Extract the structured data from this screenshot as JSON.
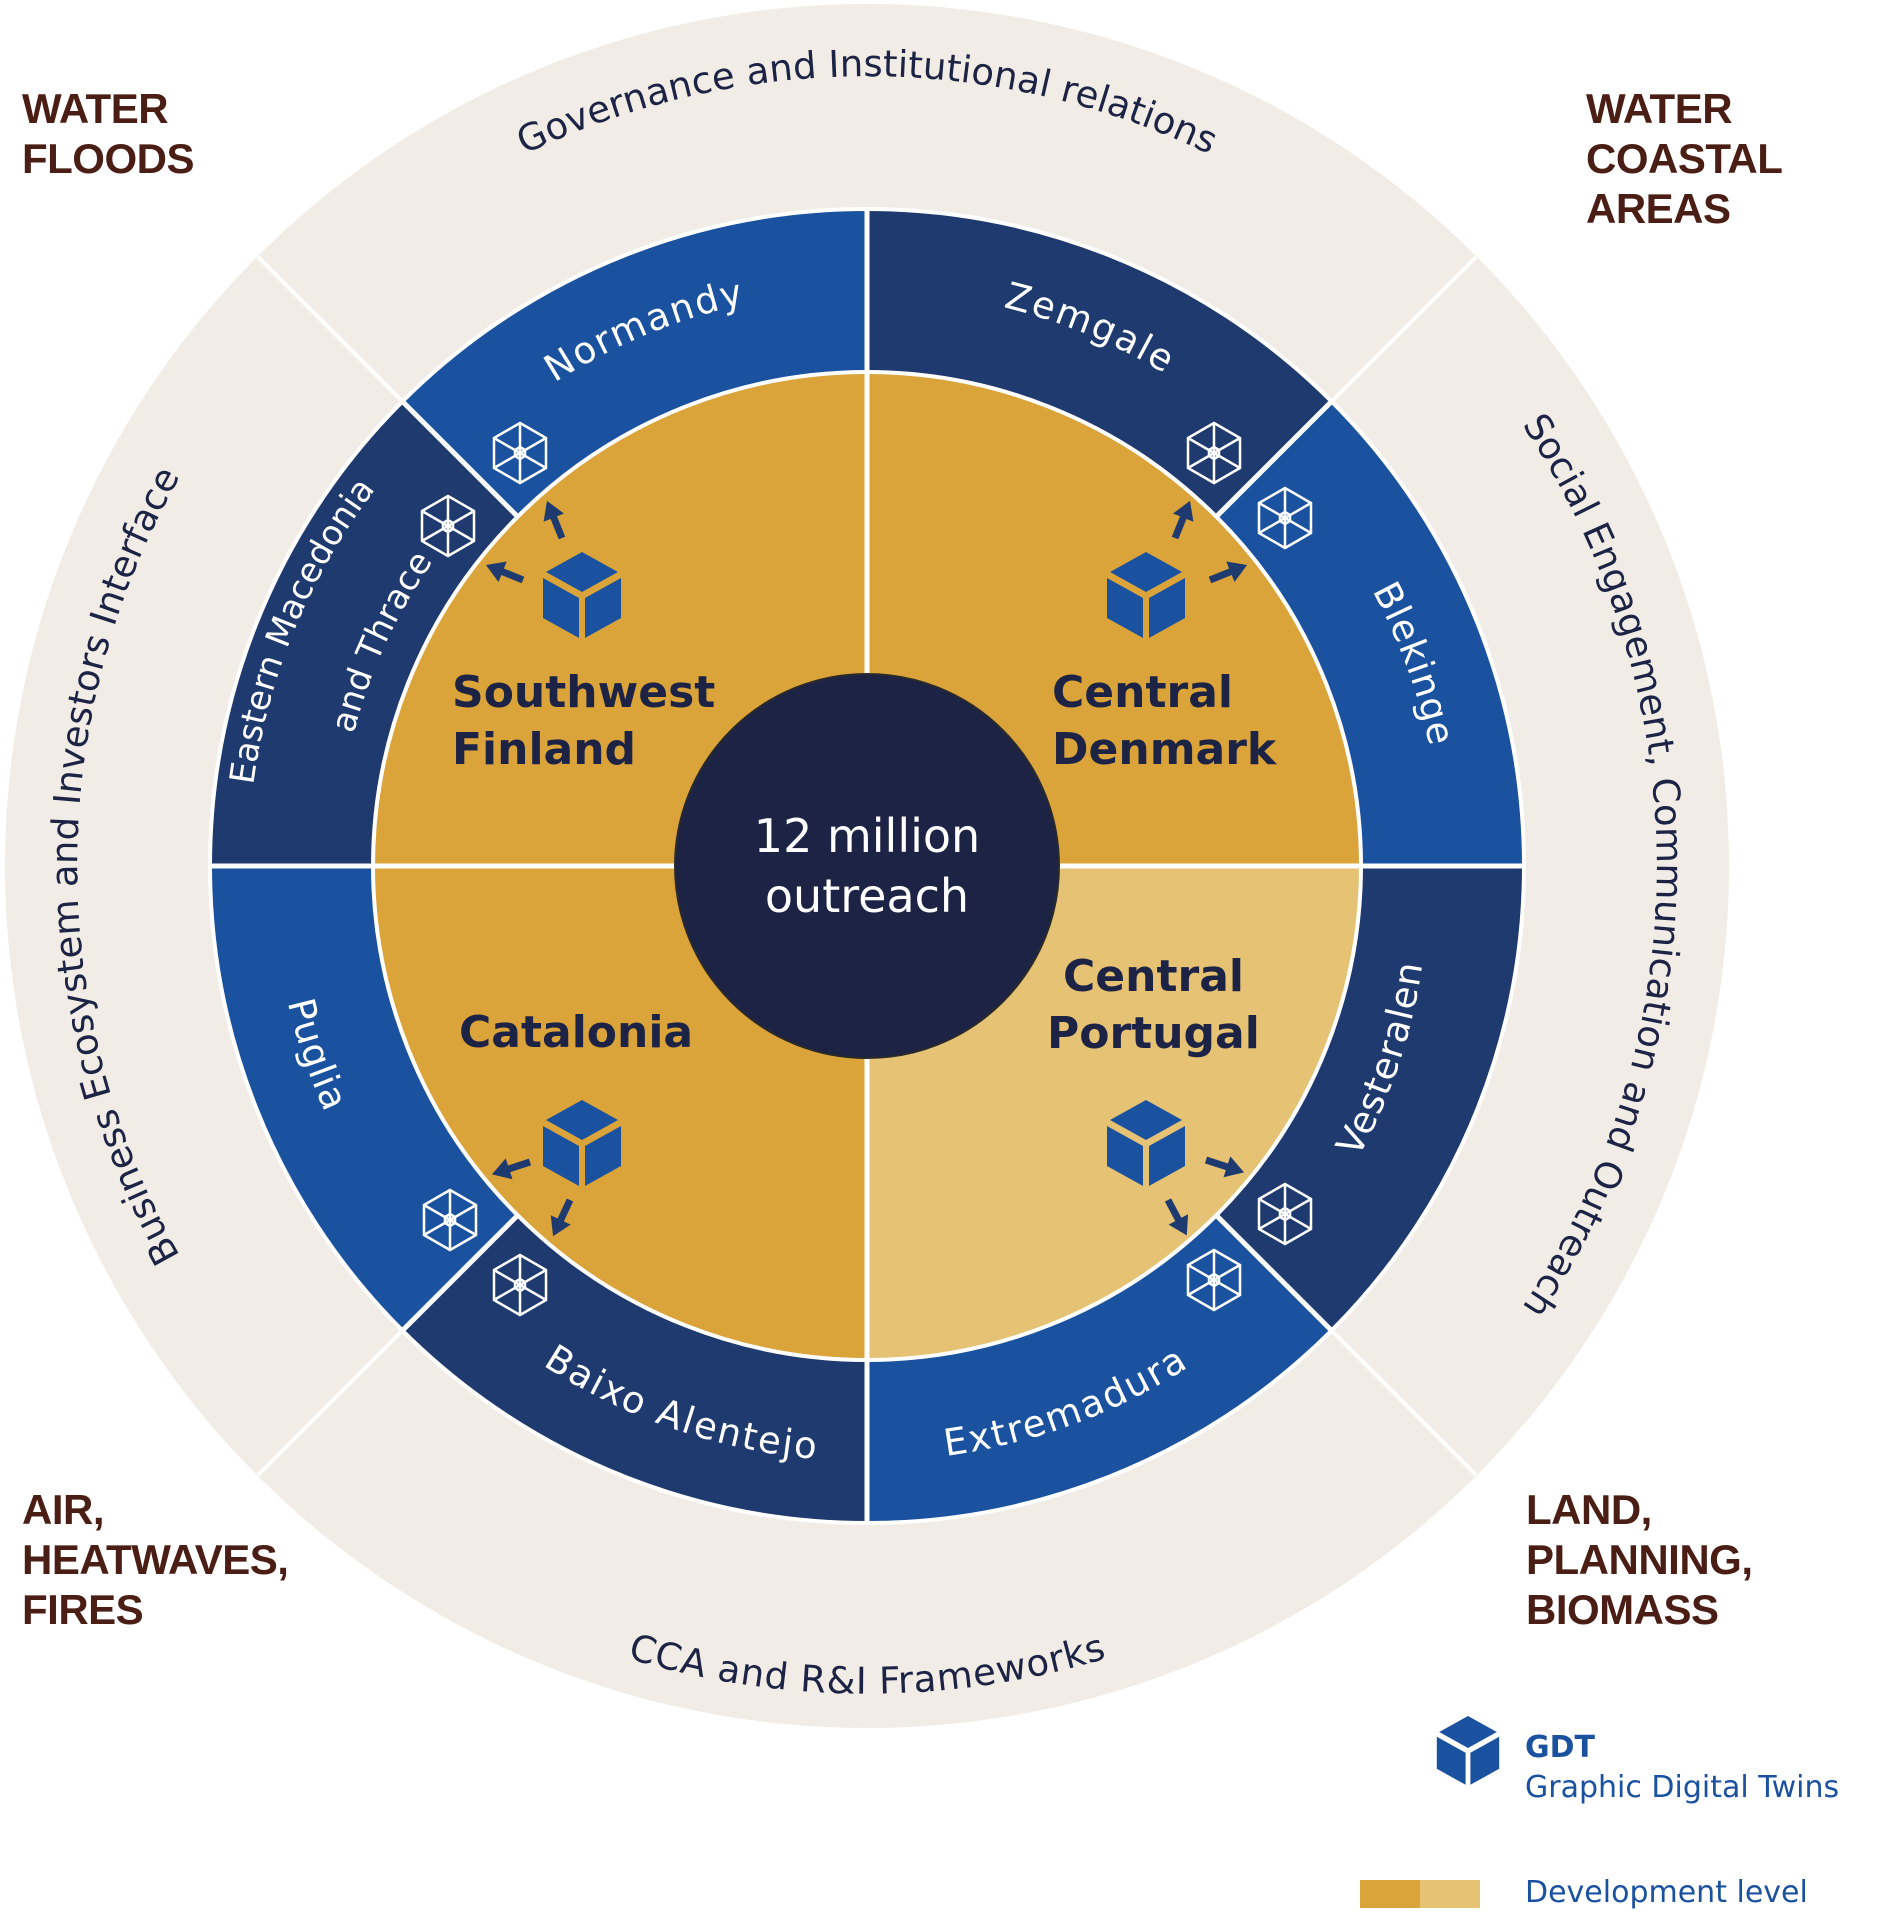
{
  "center": {
    "line1": "12 million",
    "line2": "outreach"
  },
  "outer_ring": [
    {
      "id": "top",
      "label": "Governance and Institutional relations"
    },
    {
      "id": "right",
      "label": "Social Engagement, Communication and Outreach"
    },
    {
      "id": "bottom",
      "label": "CCA and R&I Frameworks"
    },
    {
      "id": "left",
      "label": "Business Ecosystem and Investors Interface"
    }
  ],
  "middle_ring": [
    {
      "label": "Zemgale",
      "shade": "dark"
    },
    {
      "label": "Blekinge",
      "shade": "light"
    },
    {
      "label": "Vesteralen",
      "shade": "dark"
    },
    {
      "label": "Extremadura",
      "shade": "light"
    },
    {
      "label": "Baixo Alentejo",
      "shade": "dark"
    },
    {
      "label": "Puglia",
      "shade": "light"
    },
    {
      "label_line1": "Eastern Macedonia",
      "label_line2": "and Thrace",
      "shade": "dark"
    },
    {
      "label": "Normandy",
      "shade": "light"
    }
  ],
  "quadrants": [
    {
      "line1": "Central",
      "line2": "Denmark",
      "level": "high"
    },
    {
      "line1": "Central",
      "line2": "Portugal",
      "level": "medium"
    },
    {
      "line1": "Catalonia",
      "line2": "",
      "level": "high"
    },
    {
      "line1": "Southwest",
      "line2": "Finland",
      "level": "high"
    }
  ],
  "corner_labels": {
    "top_left": [
      "WATER",
      "FLOODS"
    ],
    "top_right": [
      "WATER",
      "COASTAL",
      "AREAS"
    ],
    "bottom_left": [
      "AIR,",
      "HEATWAVES,",
      "FIRES"
    ],
    "bottom_right": [
      "LAND,",
      "PLANNING,",
      "BIOMASS"
    ]
  },
  "legend": {
    "gdt_title": "GDT",
    "gdt_subtitle": "Graphic Digital Twins",
    "development_label": "Development level",
    "icon": "cube-icon"
  },
  "colors": {
    "outer_ring": "#f1ede6",
    "blue_light": "#1b52a0",
    "blue_dark": "#1f3a6e",
    "gold_high": "#dba43a",
    "gold_medium": "#e6c274",
    "center": "#1c2344",
    "text_dark": "#1c2344",
    "corner_text": "#4a1e14",
    "divider": "#ffffff"
  }
}
